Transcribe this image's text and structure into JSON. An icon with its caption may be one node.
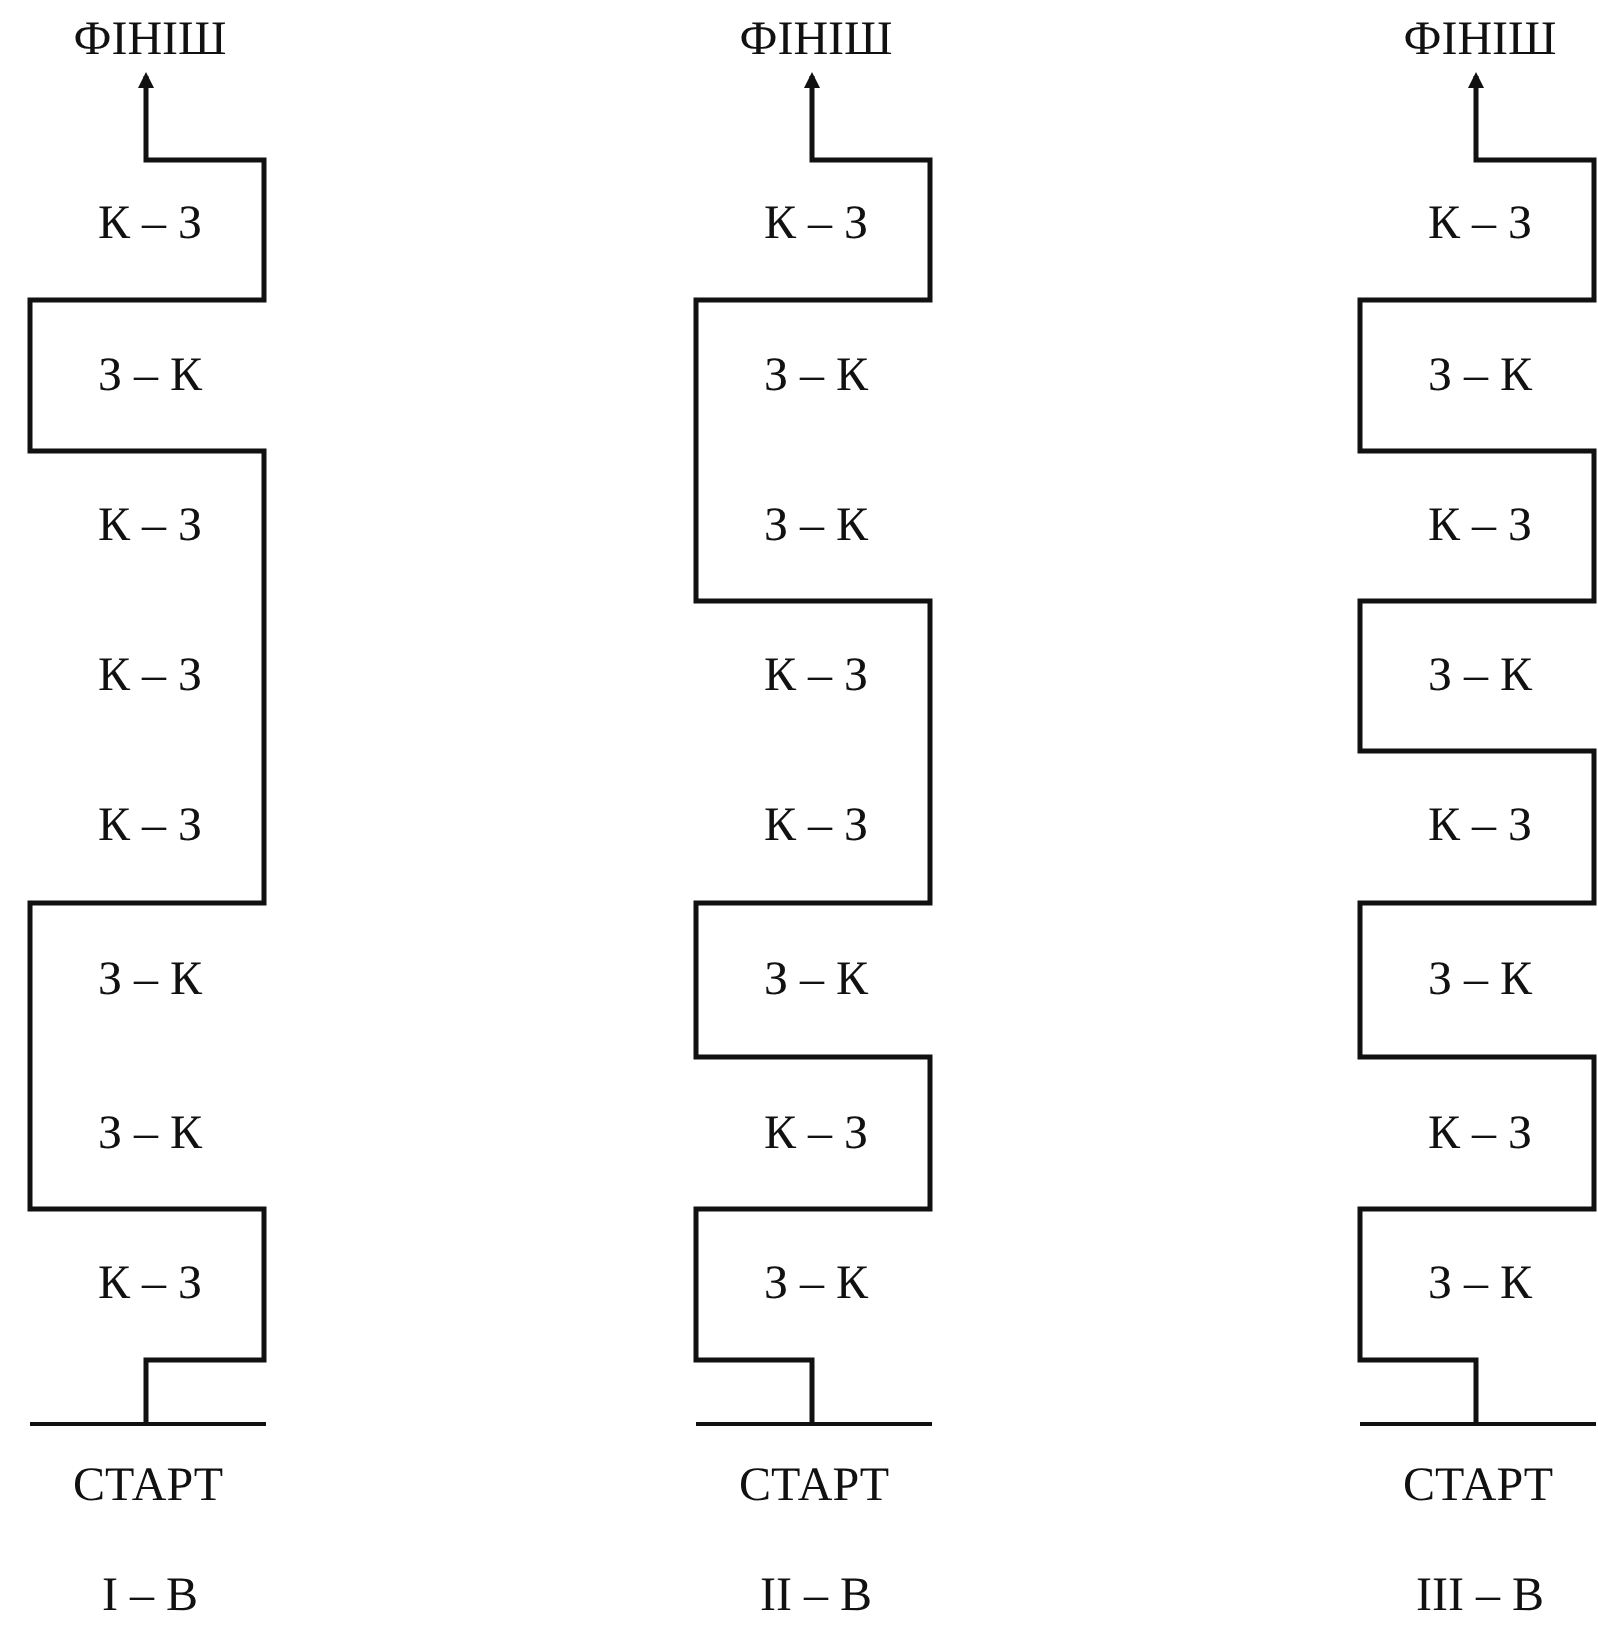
{
  "diagram": {
    "nodes": [
      {
        "text": [
          "ФІНІШ"
        ]
      },
      {
        "text": [
          "ФІНІШ"
        ]
      },
      {
        "text": [
          "ФІНІШ"
        ]
      },
      {
        "text": [
          "СТАРТ"
        ]
      },
      {
        "text": [
          "СТАРТ"
        ]
      },
      {
        "text": [
          "СТАРТ"
        ]
      }
    ],
    "edges": [
      {
        "from": 3,
        "to": 0,
        "arrow": "to"
      },
      {
        "from": 4,
        "to": 1,
        "arrow": "to"
      },
      {
        "from": 5,
        "to": 2,
        "arrow": "to"
      }
    ],
    "labels": [
      "К – З",
      "З – К",
      "К – З",
      "К – З",
      "К – З",
      "З – К",
      "З – К",
      "К – З",
      "I – В",
      "К – З",
      "З – К",
      "З – К",
      "К – З",
      "К – З",
      "З – К",
      "К – З",
      "З – К",
      "II – В",
      "К – З",
      "З – К",
      "К – З",
      "З – К",
      "К – З",
      "З – К",
      "К – З",
      "З – К",
      "III – В"
    ]
  }
}
